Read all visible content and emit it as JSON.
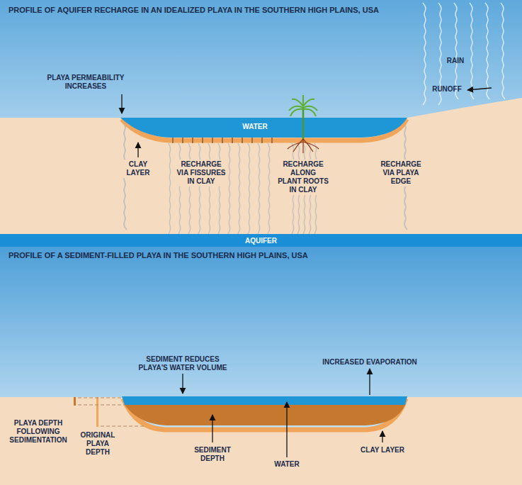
{
  "diagram": {
    "title": "PROFILE OF AQUIFER RECHARGE IN AN IDEALIZED PLAYA IN THE SOUTHERN HIGH PLAINS, USA",
    "nodes": [
      {
        "text": [
          "AQUIFER"
        ]
      }
    ],
    "labels": [
      "PLAYA PERMEABILITY INCREASES",
      "RAIN",
      "RUNOFF",
      "WATER",
      "CLAY LAYER",
      "RECHARGE VIA FISSURES IN CLAY",
      "RECHARGE ALONG PLANT ROOTS IN CLAY",
      "RECHARGE VIA PLAYA EDGE",
      "PROFILE OF A SEDIMENT-FILLED PLAYA IN THE SOUTHERN HIGH PLAINS, USA",
      "SEDIMENT REDUCES PLAYA'S WATER VOLUME",
      "INCREASED EVAPORATION",
      "PLAYA DEPTH FOLLOWING SEDIMENTATION",
      "ORIGINAL PLAYA DEPTH",
      "SEDIMENT DEPTH",
      "WATER",
      "CLAY LAYER"
    ]
  }
}
